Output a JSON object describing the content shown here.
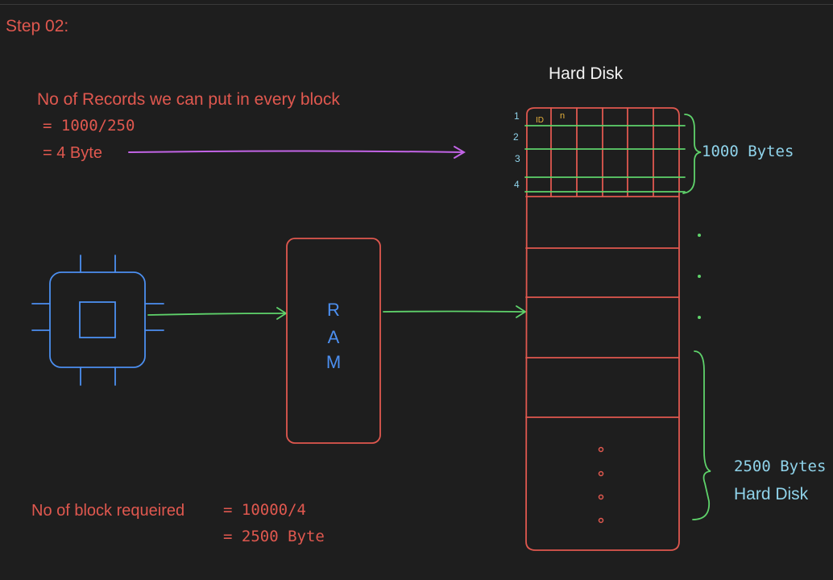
{
  "step": "Step 02:",
  "records_text": {
    "line1": "No of Records we can put in every block",
    "line2": "= 1000/250",
    "line3": "= 4 Byte"
  },
  "harddisk": {
    "title": "Hard Disk",
    "row_numbers": [
      "1",
      "2",
      "3",
      "4"
    ],
    "col_labels": [
      "ID",
      "n"
    ],
    "block_size": "1000 Bytes",
    "total_size": "2500 Bytes",
    "total_label": "Hard Disk"
  },
  "ram": {
    "letters": [
      "R",
      "A",
      "M"
    ]
  },
  "blocks_text": {
    "label": "No of block requeired",
    "calc1": "= 10000/4",
    "calc2": "= 2500 Byte"
  },
  "colors": {
    "background": "#1e1e1e",
    "red": "#e0584f",
    "green": "#5fd36b",
    "blue": "#4c8ff0",
    "cyan": "#8fd3ea",
    "purple": "#c264e6",
    "yellow": "#e9b43c"
  }
}
